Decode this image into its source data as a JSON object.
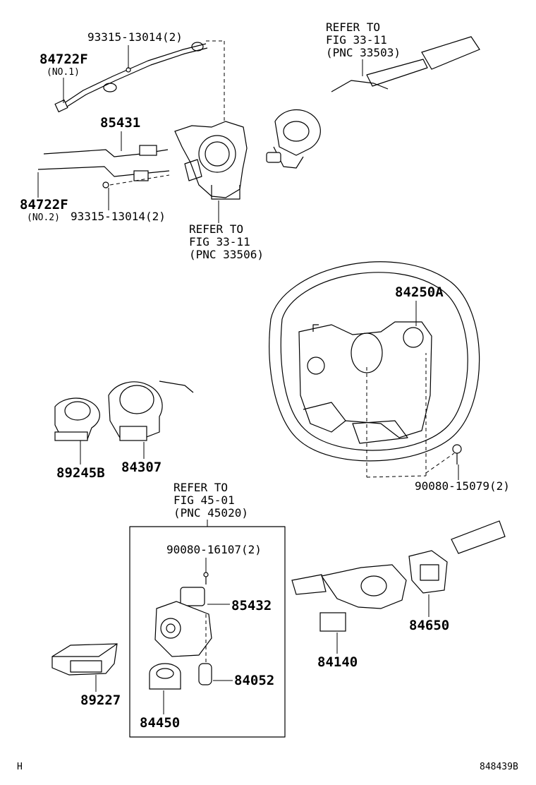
{
  "labels": {
    "p93315_top": "93315-13014(2)",
    "p84722f_1": "84722F",
    "no1": "(NO.1)",
    "p85431": "85431",
    "p84722f_2": "84722F",
    "no2": "(NO.2)",
    "p93315_bot": "93315-13014(2)",
    "ref1_a": "REFER TO",
    "ref1_b": "FIG 33-11",
    "ref1_c": "(PNC 33503)",
    "ref2_a": "REFER TO",
    "ref2_b": "FIG 33-11",
    "ref2_c": "(PNC 33506)",
    "p84250a": "84250A",
    "p89245b": "89245B",
    "p84307": "84307",
    "p90080_15079": "90080-15079(2)",
    "ref3_a": "REFER TO",
    "ref3_b": "FIG 45-01",
    "ref3_c": "(PNC 45020)",
    "p90080_16107": "90080-16107(2)",
    "p85432": "85432",
    "p84052": "84052",
    "p84450": "84450",
    "p89227": "89227",
    "p84140": "84140",
    "p84650": "84650",
    "footer_left": "H",
    "footer_right": "848439B"
  }
}
